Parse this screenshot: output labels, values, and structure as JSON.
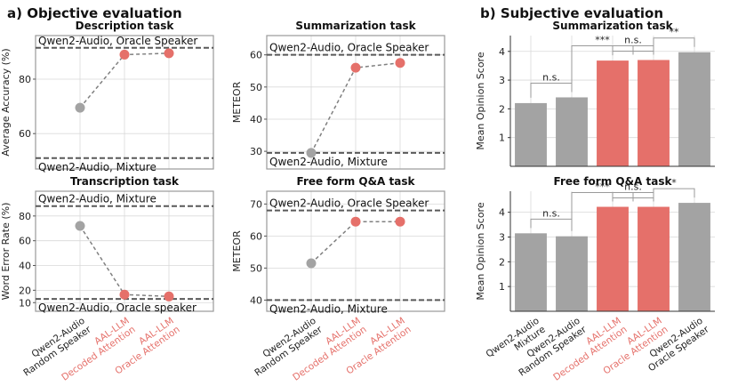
{
  "figure": {
    "section_a": "a)  Objective evaluation",
    "section_b": "b) Subjective evaluation"
  },
  "colors": {
    "baseline": "#a3a3a3",
    "proposed": "#e5706a",
    "refline": "#595959",
    "grid": "#d9d9d9",
    "frame": "#9a9a9a",
    "connector": "#808080"
  },
  "chart_data": [
    {
      "id": "description",
      "type": "line",
      "title": "Description task",
      "ylabel": "Average Accuracy (%)",
      "ylim": [
        47,
        96
      ],
      "yticks": [
        60,
        80
      ],
      "categories": [
        "Qwen2-Audio\nRandom Speaker",
        "AAL-LLM\nDecoded Attention",
        "AAL-LLM\nOracle Attention"
      ],
      "values": [
        69.5,
        89,
        89.5
      ],
      "point_colors": [
        "baseline",
        "proposed",
        "proposed"
      ],
      "reference_lines": [
        {
          "value": 91.5,
          "label": "Qwen2-Audio, Oracle Speaker",
          "label_pos": "above"
        },
        {
          "value": 51,
          "label": "Qwen2-Audio, Mixture",
          "label_pos": "below"
        }
      ]
    },
    {
      "id": "summarization",
      "type": "line",
      "title": "Summarization task",
      "ylabel": "METEOR",
      "ylim": [
        24.5,
        66
      ],
      "yticks": [
        30,
        40,
        50,
        60
      ],
      "categories": [
        "Qwen2-Audio\nRandom Speaker",
        "AAL-LLM\nDecoded Attention",
        "AAL-LLM\nOracle Attention"
      ],
      "values": [
        29.5,
        56,
        57.5
      ],
      "point_colors": [
        "baseline",
        "proposed",
        "proposed"
      ],
      "reference_lines": [
        {
          "value": 60,
          "label": "Qwen2-Audio, Oracle Speaker",
          "label_pos": "above"
        },
        {
          "value": 29.5,
          "label": "Qwen2-Audio, Mixture",
          "label_pos": "below"
        }
      ]
    },
    {
      "id": "transcription",
      "type": "line",
      "title": "Transcription task",
      "ylabel": "Word Error Rate (%)",
      "ylim": [
        3,
        100
      ],
      "yticks": [
        10,
        20,
        40,
        60,
        80
      ],
      "categories": [
        "Qwen2-Audio\nRandom Speaker",
        "AAL-LLM\nDecoded Attention",
        "AAL-LLM\nOracle Attention"
      ],
      "values": [
        72,
        16.5,
        15
      ],
      "point_colors": [
        "baseline",
        "proposed",
        "proposed"
      ],
      "reference_lines": [
        {
          "value": 88,
          "label": "Qwen2-Audio, Mixture",
          "label_pos": "above"
        },
        {
          "value": 13,
          "label": "Qwen2-Audio, Oracle speaker",
          "label_pos": "below"
        }
      ]
    },
    {
      "id": "freeform_obj",
      "type": "line",
      "title": "Free form Q&A task",
      "ylabel": "METEOR",
      "ylim": [
        36.5,
        74
      ],
      "yticks": [
        40,
        50,
        60,
        70
      ],
      "categories": [
        "Qwen2-Audio\nRandom Speaker",
        "AAL-LLM\nDecoded Attention",
        "AAL-LLM\nOracle Attention"
      ],
      "values": [
        51.5,
        64.5,
        64.5
      ],
      "point_colors": [
        "baseline",
        "proposed",
        "proposed"
      ],
      "reference_lines": [
        {
          "value": 68,
          "label": "Qwen2-Audio, Oracle Speaker",
          "label_pos": "above"
        },
        {
          "value": 40,
          "label": "Qwen2-Audio, Mixture",
          "label_pos": "below"
        }
      ]
    },
    {
      "id": "summ_mos",
      "type": "bar",
      "title": "Summarization task",
      "ylabel": "Mean Opinion Score",
      "ylim": [
        0,
        4.55
      ],
      "yticks": [
        1,
        2,
        3,
        4
      ],
      "categories": [
        "Qwen2-Audio\nMixture",
        "Qwen2-Audio\nRandom Speaker",
        "AAL-LLM\nDecoded Attention",
        "AAL-LLM\nOracle Attention",
        "Qwen2-Audio\nOracle Speaker"
      ],
      "values": [
        2.2,
        2.4,
        3.68,
        3.7,
        3.97
      ],
      "bar_colors": [
        "baseline",
        "baseline",
        "proposed",
        "proposed",
        "baseline"
      ],
      "significance": [
        {
          "from": 0,
          "to": 1,
          "label": "n.s."
        },
        {
          "from": 1,
          "to": 2.5,
          "label": "***"
        },
        {
          "from": 2,
          "to": 3,
          "label": "n.s."
        },
        {
          "from": 3,
          "to": 4,
          "label": "**"
        }
      ]
    },
    {
      "id": "ff_mos",
      "type": "bar",
      "title": "Free form Q&A task",
      "ylabel": "Mean Opinion Score",
      "ylim": [
        0,
        4.85
      ],
      "yticks": [
        1,
        2,
        3,
        4
      ],
      "categories": [
        "Qwen2-Audio\nMixture",
        "Qwen2-Audio\nRandom Speaker",
        "AAL-LLM\nDecoded Attention",
        "AAL-LLM\nOracle Attention",
        "Qwen2-Audio\nOracle Speaker"
      ],
      "values": [
        3.15,
        3.03,
        4.22,
        4.22,
        4.38
      ],
      "bar_colors": [
        "baseline",
        "baseline",
        "proposed",
        "proposed",
        "baseline"
      ],
      "significance": [
        {
          "from": 0,
          "to": 1,
          "label": "n.s."
        },
        {
          "from": 1,
          "to": 2.5,
          "label": "***"
        },
        {
          "from": 2,
          "to": 3,
          "label": "n.s."
        },
        {
          "from": 3,
          "to": 4,
          "label": "*"
        }
      ]
    }
  ]
}
